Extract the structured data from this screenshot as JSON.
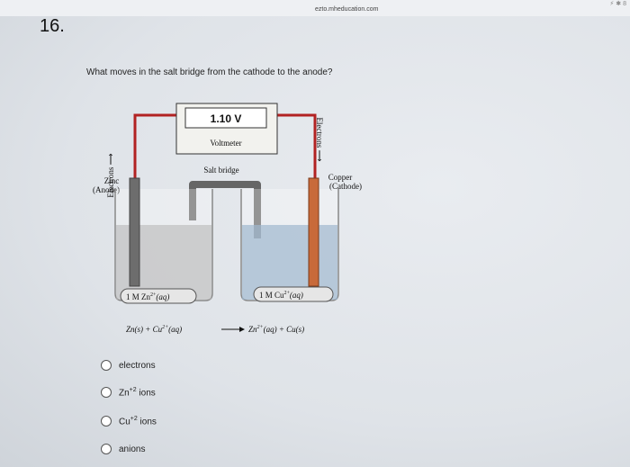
{
  "browser": {
    "url": "ezto.mheducation.com",
    "corner_text": "⚡︎ ✱ 8"
  },
  "question": {
    "number": "16.",
    "prompt": "What moves in the salt bridge from the cathode to the anode?"
  },
  "diagram": {
    "voltmeter_reading": "1.10 V",
    "voltmeter_label": "Voltmeter",
    "salt_bridge_label": "Salt bridge",
    "anode_label_1": "Zinc",
    "anode_label_2": "(Anode)",
    "cathode_label_1": "Copper",
    "cathode_label_2": "(Cathode)",
    "electrons_left": "Electrons ⟶",
    "electrons_right": "Electrons ⟶",
    "left_solution": "1 M Zn",
    "left_solution_sup": "2+",
    "left_solution_tail": "(aq)",
    "right_solution": "1 M Cu",
    "right_solution_sup": "2+",
    "right_solution_tail": "(aq)",
    "equation_left": "Zn(s) + Cu",
    "equation_left_sup": "2+",
    "equation_left_tail": "(aq)",
    "equation_right": "Zn",
    "equation_right_sup": "2+",
    "equation_right_tail": "(aq) + Cu(s)"
  },
  "choices": [
    {
      "text": "electrons",
      "sup": "",
      "tail": ""
    },
    {
      "text": "Zn",
      "sup": "+2",
      "tail": " ions"
    },
    {
      "text": "Cu",
      "sup": "+2",
      "tail": " ions"
    },
    {
      "text": "anions",
      "sup": "",
      "tail": ""
    }
  ],
  "colors": {
    "copper_electrode": "#c86a3a",
    "zinc_electrode": "#6d6d6d",
    "wire_red": "#b22222",
    "solution_blue": "#9fb8cf"
  }
}
